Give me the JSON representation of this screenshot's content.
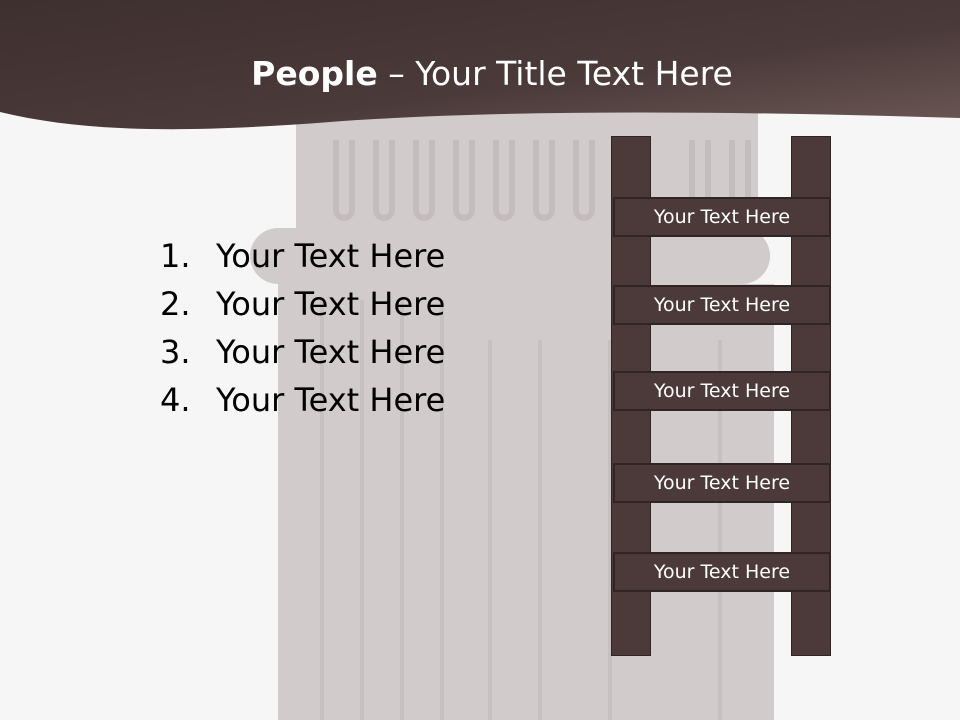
{
  "title": {
    "bold": "People",
    "rest": " – Your Title Text Here"
  },
  "list": [
    {
      "num": "1.",
      "text": "Your Text Here"
    },
    {
      "num": "2.",
      "text": "Your Text Here"
    },
    {
      "num": "3.",
      "text": "Your Text Here"
    },
    {
      "num": "4.",
      "text": "Your Text Here"
    }
  ],
  "ladder": {
    "rungs": [
      "Your Text Here",
      "Your Text Here",
      "Your Text Here",
      "Your Text Here",
      "Your Text Here"
    ]
  },
  "colors": {
    "header": "#433433",
    "ladder": "#4b3a39",
    "background": "#f7f6f6"
  }
}
